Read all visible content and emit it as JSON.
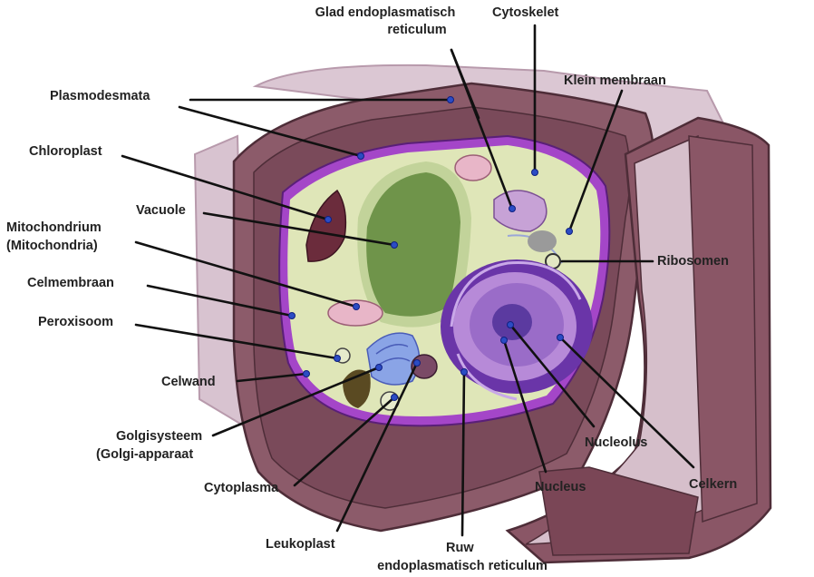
{
  "labels": {
    "glad_er_line1": "Glad endoplasmatisch",
    "glad_er_line2": "reticulum",
    "cytoskelet": "Cytoskelet",
    "klein_membraan": "Klein membraan",
    "plasmodesmata": "Plasmodesmata",
    "chloroplast": "Chloroplast",
    "vacuole": "Vacuole",
    "mitochondrium_line1": "Mitochondrium",
    "mitochondrium_line2": "(Mitochondria)",
    "ribosomen": "Ribosomen",
    "celmembraan": "Celmembraan",
    "peroxisoom": "Peroxisoom",
    "celwand": "Celwand",
    "golgi_line1": "Golgisysteem",
    "golgi_line2": "(Golgi-apparaat",
    "nucleolus": "Nucleolus",
    "cytoplasma": "Cytoplasma",
    "nucleus": "Nucleus",
    "celkern": "Celkern",
    "leukoplast": "Leukoplast",
    "ruw_er_line1": "Ruw",
    "ruw_er_line2": "endoplasmatisch reticulum"
  },
  "colors": {
    "cell_wall": "#8a5a68",
    "cell_wall_dark": "#6e4251",
    "background_wall": "#d9c6d2",
    "membrane": "#9a3fc0",
    "cytoplasm": "#dfe7b9",
    "vacuole": "#7a9a4f",
    "nucleus": "#7a4fb8",
    "label_text": "#222222"
  }
}
